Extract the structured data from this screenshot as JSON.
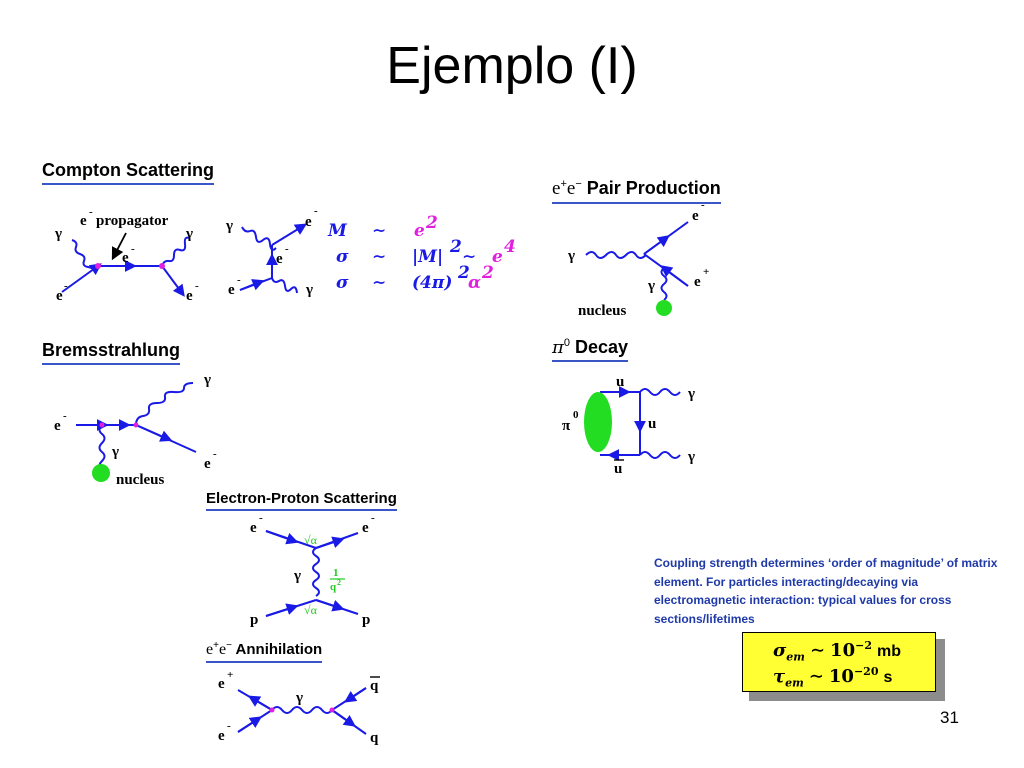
{
  "slide": {
    "title": "Ejemplo (I)",
    "page_number": "31"
  },
  "compton": {
    "heading": "Compton Scattering",
    "propagator_label": "propagator",
    "gamma": "γ",
    "electron": "e",
    "minus": "-",
    "eq1_lhs": "M",
    "eq1_rhs": "e",
    "eq1_rhs_exp": "2",
    "eq2_lhs": "σ",
    "eq2_mid": "|M|",
    "eq2_mid_exp": "2",
    "eq2_rhs": "e",
    "eq2_rhs_exp": "4",
    "eq3_lhs": "σ",
    "eq3_mid": "(4π)",
    "eq3_mid_exp": "2",
    "eq3_rhs": "α",
    "eq3_rhs_exp": "2",
    "sim": "∼"
  },
  "pair_production": {
    "heading_prefix": "e",
    "heading_plus": "+",
    "heading_e2": "e",
    "heading_minus": "−",
    "heading_text": "Pair Production",
    "nucleus": "nucleus",
    "plus": "+"
  },
  "bremsstrahlung": {
    "heading": "Bremsstrahlung",
    "nucleus": "nucleus"
  },
  "pi0_decay": {
    "heading_symbol": "π",
    "heading_exp": "0",
    "heading_text": "Decay",
    "pi0": "π",
    "pi0_exp": "0",
    "u": "u",
    "ubar": "u"
  },
  "electron_proton": {
    "heading": "Electron-Proton Scattering",
    "sqrt_alpha": "√α",
    "one": "1",
    "q2": "q",
    "q2_exp": "2",
    "p": "p"
  },
  "annihilation": {
    "heading_prefix": "e",
    "heading_plus": "+",
    "heading_e2": "e",
    "heading_minus": "−",
    "heading_text": "Annihilation",
    "q": "q",
    "qbar": "q"
  },
  "coupling_note": "Coupling strength determines ‘order of magnitude’ of matrix element. For particles interacting/decaying via electromagnetic interaction: typical values for cross sections/lifetimes",
  "formula_box": {
    "line1_sym": "σ",
    "line1_sub": "em",
    "line1_sim": "∼",
    "line1_base": "10",
    "line1_exp": "−2",
    "line1_unit": "mb",
    "line2_sym": "τ",
    "line2_sub": "em",
    "line2_sim": "∼",
    "line2_base": "10",
    "line2_exp": "−20",
    "line2_unit": "s"
  },
  "colors": {
    "line": "#1a1ae6",
    "vertex": "#e020e0",
    "blob": "#22dd22",
    "accent": "#e020e0",
    "coupling": "#22cc22",
    "note": "#1f3aa8",
    "box": "#ffff33"
  }
}
